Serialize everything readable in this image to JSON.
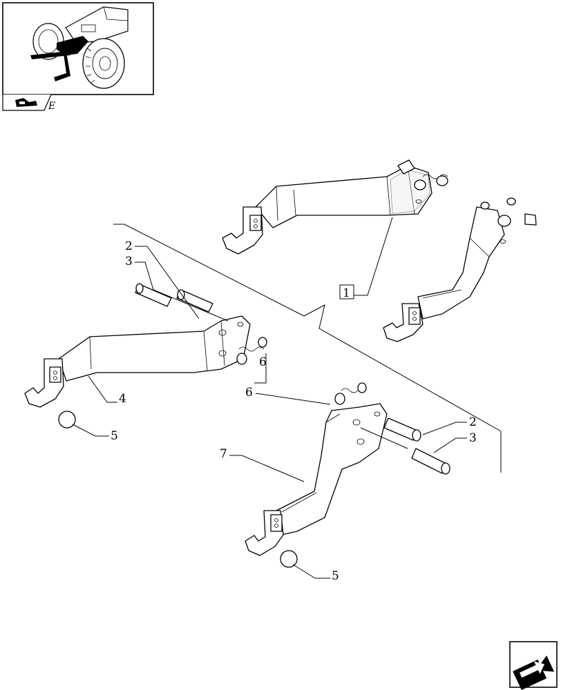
{
  "thumbnail": {
    "label": "E"
  },
  "callouts": {
    "c1": "1",
    "c2a": "2",
    "c3a": "3",
    "c4": "4",
    "c5a": "5",
    "c6a": "6",
    "c6b": "6",
    "c7": "7",
    "c2b": "2",
    "c3b": "3",
    "c5b": "5"
  },
  "icons": {
    "thumbnail_nav": "tractor-view-icon",
    "next_page": "arrow-next-icon"
  }
}
